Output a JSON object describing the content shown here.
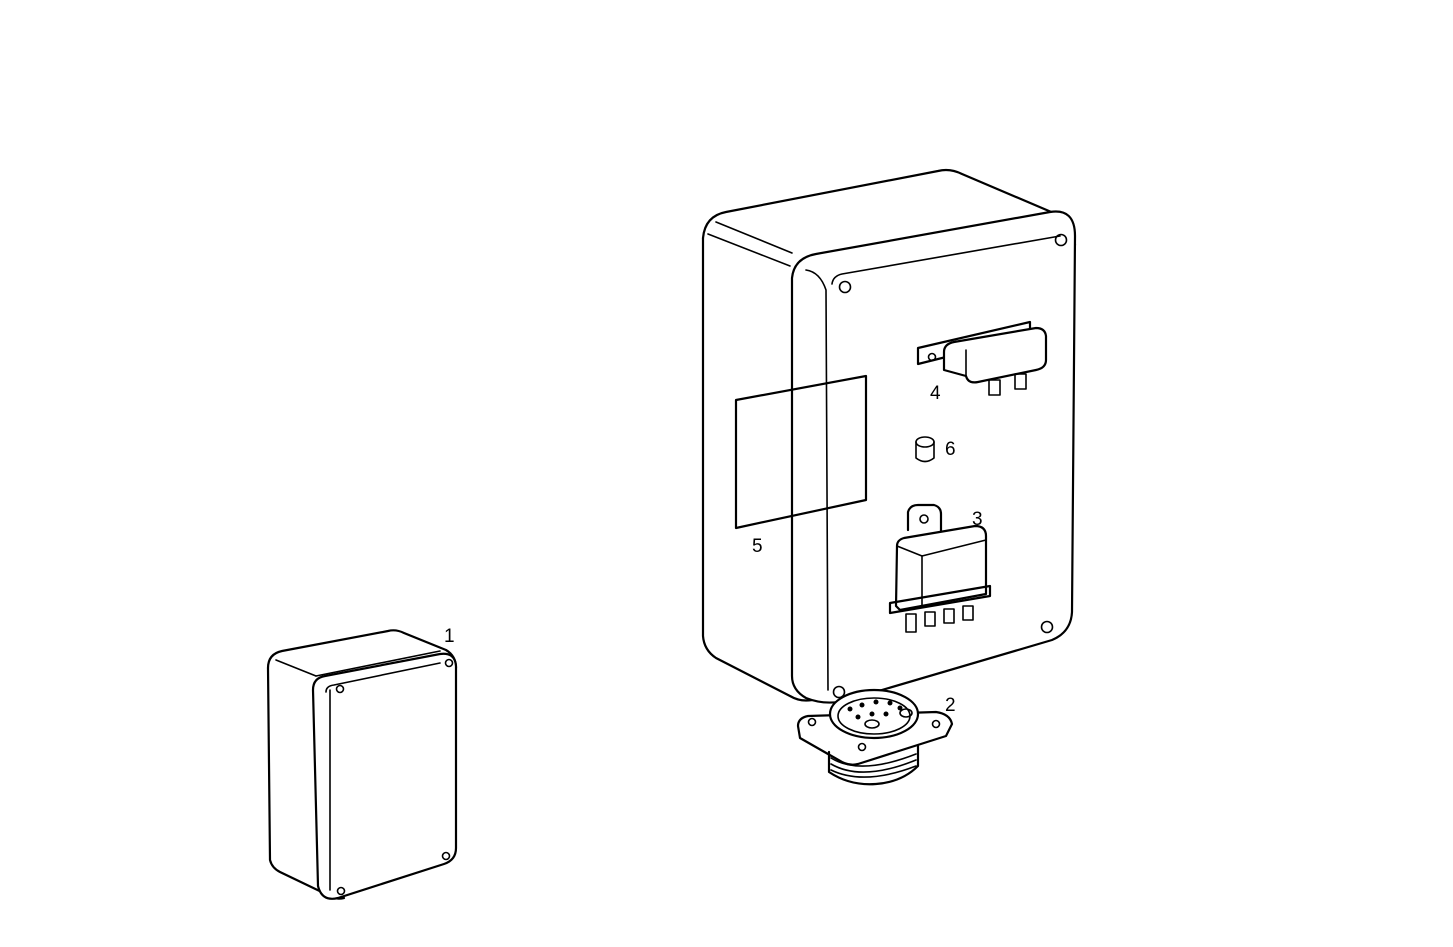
{
  "diagram": {
    "type": "exploded-parts-view",
    "subject": "electrical control box assembly",
    "colors": {
      "line": "#000000",
      "background": "#ffffff"
    },
    "callouts": [
      {
        "id": "1",
        "label": "1",
        "part": "small enclosure box (cover with 4 screws)"
      },
      {
        "id": "2",
        "label": "2",
        "part": "circular multi-pin connector with square flange"
      },
      {
        "id": "3",
        "label": "3",
        "part": "relay with mounting tab and 4 terminals"
      },
      {
        "id": "4",
        "label": "4",
        "part": "relay/flasher unit with mounting bracket and 2 terminals"
      },
      {
        "id": "5",
        "label": "5",
        "part": "label plate on side of enclosure"
      },
      {
        "id": "6",
        "label": "6",
        "part": "small cylindrical component (plug/fuse)"
      }
    ]
  }
}
